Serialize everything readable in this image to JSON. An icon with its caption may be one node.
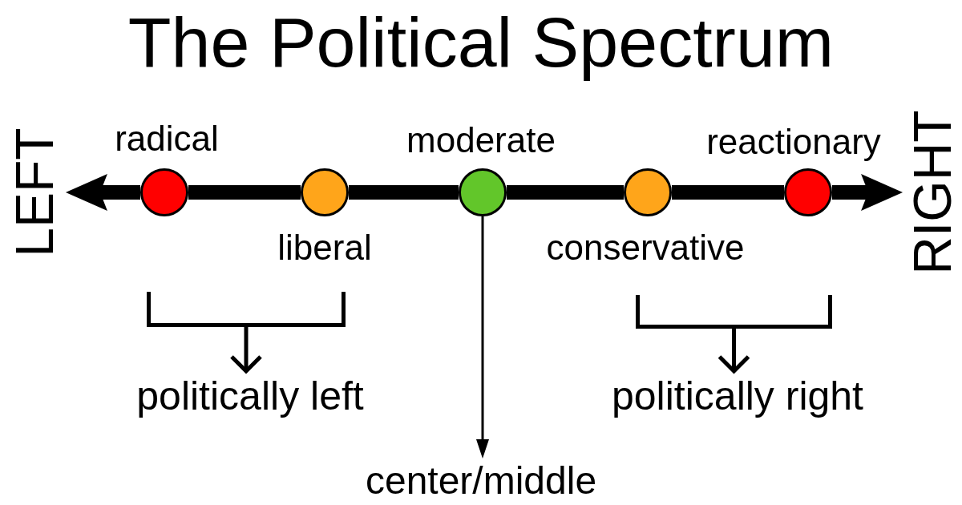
{
  "diagram": {
    "title": "The Political Spectrum",
    "nodes": [
      {
        "text": [
          "LEFT"
        ]
      },
      {
        "text": [],
        "shape": "circle",
        "beside": [
          "radical"
        ]
      },
      {
        "text": [],
        "shape": "circle",
        "beside": [
          "liberal"
        ]
      },
      {
        "text": [],
        "shape": "circle",
        "beside": [
          "moderate"
        ]
      },
      {
        "text": [],
        "shape": "circle",
        "beside": [
          "conservative"
        ]
      },
      {
        "text": [],
        "shape": "circle",
        "beside": [
          "reactionary"
        ]
      },
      {
        "text": [
          "RIGHT"
        ]
      },
      {
        "text": [],
        "shape": "bracket"
      },
      {
        "text": [],
        "shape": "bracket"
      },
      {
        "text": [
          "politically left"
        ]
      },
      {
        "text": [
          "center/middle"
        ]
      },
      {
        "text": [
          "politically right"
        ]
      }
    ],
    "edges": [
      {
        "from": 1,
        "to": 0,
        "arrow": "to"
      },
      {
        "from": 1,
        "to": 2,
        "arrow": "none"
      },
      {
        "from": 2,
        "to": 3,
        "arrow": "none"
      },
      {
        "from": 3,
        "to": 4,
        "arrow": "none"
      },
      {
        "from": 4,
        "to": 5,
        "arrow": "none"
      },
      {
        "from": 5,
        "to": 6,
        "arrow": "to"
      },
      {
        "from": 7,
        "to": 9,
        "arrow": "to"
      },
      {
        "from": 3,
        "to": 10,
        "arrow": "to"
      },
      {
        "from": 8,
        "to": 11,
        "arrow": "to"
      }
    ]
  }
}
